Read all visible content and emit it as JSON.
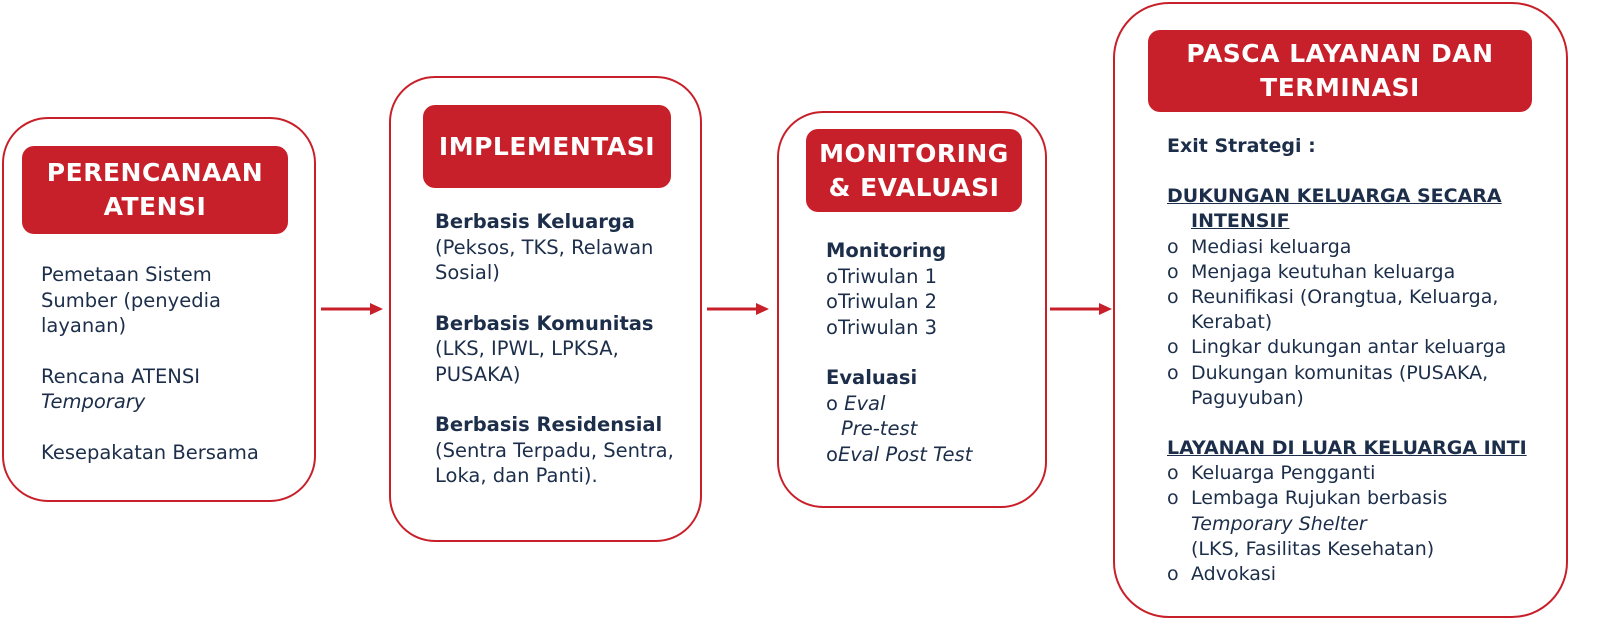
{
  "colors": {
    "accent": "#c8202a",
    "text": "#1c2e4a",
    "background": "#ffffff"
  },
  "stage1": {
    "title": "PERENCANAAN\nATENSI",
    "item1": "Pemetaan Sistem Sumber (penyedia layanan)",
    "item2_line1": "Rencana ATENSI",
    "item2_line2": "Temporary",
    "item3": "Kesepakatan Bersama"
  },
  "stage2": {
    "title": "IMPLEMENTASI",
    "group1_title": "Berbasis Keluarga",
    "group1_text": "(Peksos, TKS, Relawan Sosial)",
    "group2_title": "Berbasis Komunitas",
    "group2_text": "(LKS, IPWL, LPKSA, PUSAKA)",
    "group3_title": "Berbasis Residensial",
    "group3_text": "(Sentra Terpadu, Sentra, Loka, dan Panti)."
  },
  "stage3": {
    "title": "MONITORING\n& EVALUASI",
    "bullet": "o",
    "monitoring_title": "Monitoring",
    "monitoring_items": [
      "Triwulan 1",
      "Triwulan 2",
      "Triwulan 3"
    ],
    "evaluasi_title": "Evaluasi",
    "eval_item1_line1": "Eval",
    "eval_item1_line2": "Pre-test",
    "eval_item2": "Eval Post Test"
  },
  "stage4": {
    "title": "PASCA LAYANAN DAN\nTERMINASI",
    "bullet": "o",
    "exit_label": "Exit Strategi :",
    "section1_line1": "DUKUNGAN KELUARGA SECARA",
    "section1_line2": "INTENSIF",
    "section1_items": [
      "Mediasi keluarga",
      "Menjaga keutuhan keluarga",
      "Reunifikasi (Orangtua, Keluarga, Kerabat)",
      "Lingkar dukungan antar keluarga",
      "Dukungan komunitas (PUSAKA, Paguyuban)"
    ],
    "section2_title": "LAYANAN DI LUAR KELUARGA INTI",
    "section2_item1": "Keluarga Pengganti",
    "section2_item2_line1": "Lembaga Rujukan berbasis",
    "section2_item2_line2": "Temporary Shelter",
    "section2_item2_line3": "(LKS, Fasilitas Kesehatan)",
    "section2_item3": "Advokasi"
  }
}
